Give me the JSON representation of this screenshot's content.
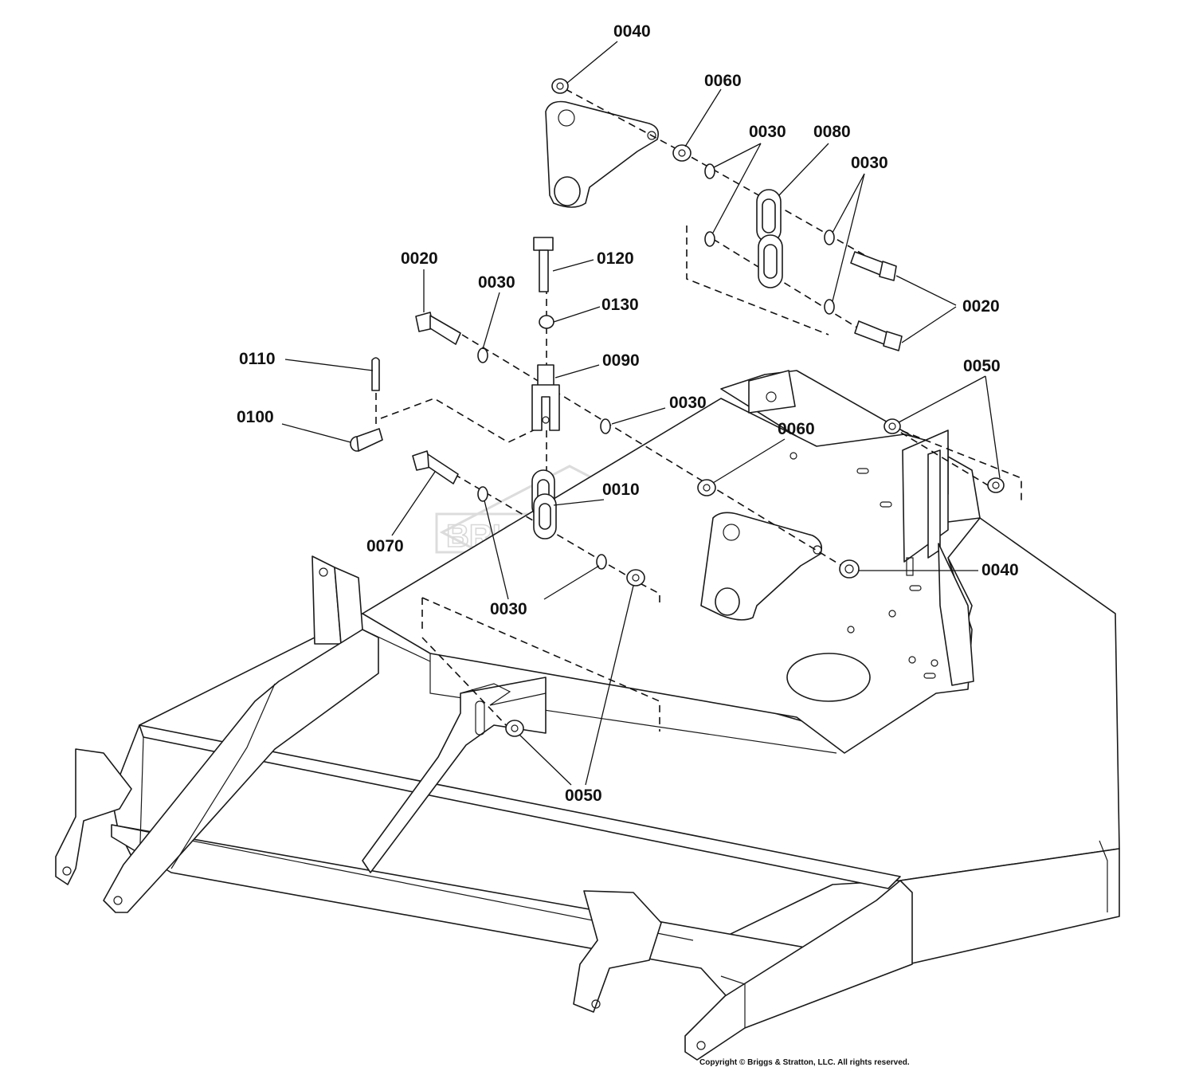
{
  "watermark": "BRIGGS & STRATTON",
  "copyright": "Copyright © Briggs & Stratton, LLC. All rights reserved.",
  "callouts": [
    {
      "id": "0040",
      "text": "0040"
    },
    {
      "id": "0060",
      "text": "0060"
    },
    {
      "id": "0030",
      "text": "0030"
    },
    {
      "id": "0080",
      "text": "0080"
    },
    {
      "id": "0030",
      "text": "0030"
    },
    {
      "id": "0020",
      "text": "0020"
    },
    {
      "id": "0030",
      "text": "0030"
    },
    {
      "id": "0120",
      "text": "0120"
    },
    {
      "id": "0130",
      "text": "0130"
    },
    {
      "id": "0020",
      "text": "0020"
    },
    {
      "id": "0110",
      "text": "0110"
    },
    {
      "id": "0090",
      "text": "0090"
    },
    {
      "id": "0050",
      "text": "0050"
    },
    {
      "id": "0100",
      "text": "0100"
    },
    {
      "id": "0030",
      "text": "0030"
    },
    {
      "id": "0060",
      "text": "0060"
    },
    {
      "id": "0010",
      "text": "0010"
    },
    {
      "id": "0070",
      "text": "0070"
    },
    {
      "id": "0040",
      "text": "0040"
    },
    {
      "id": "0030",
      "text": "0030"
    },
    {
      "id": "0050",
      "text": "0050"
    }
  ]
}
